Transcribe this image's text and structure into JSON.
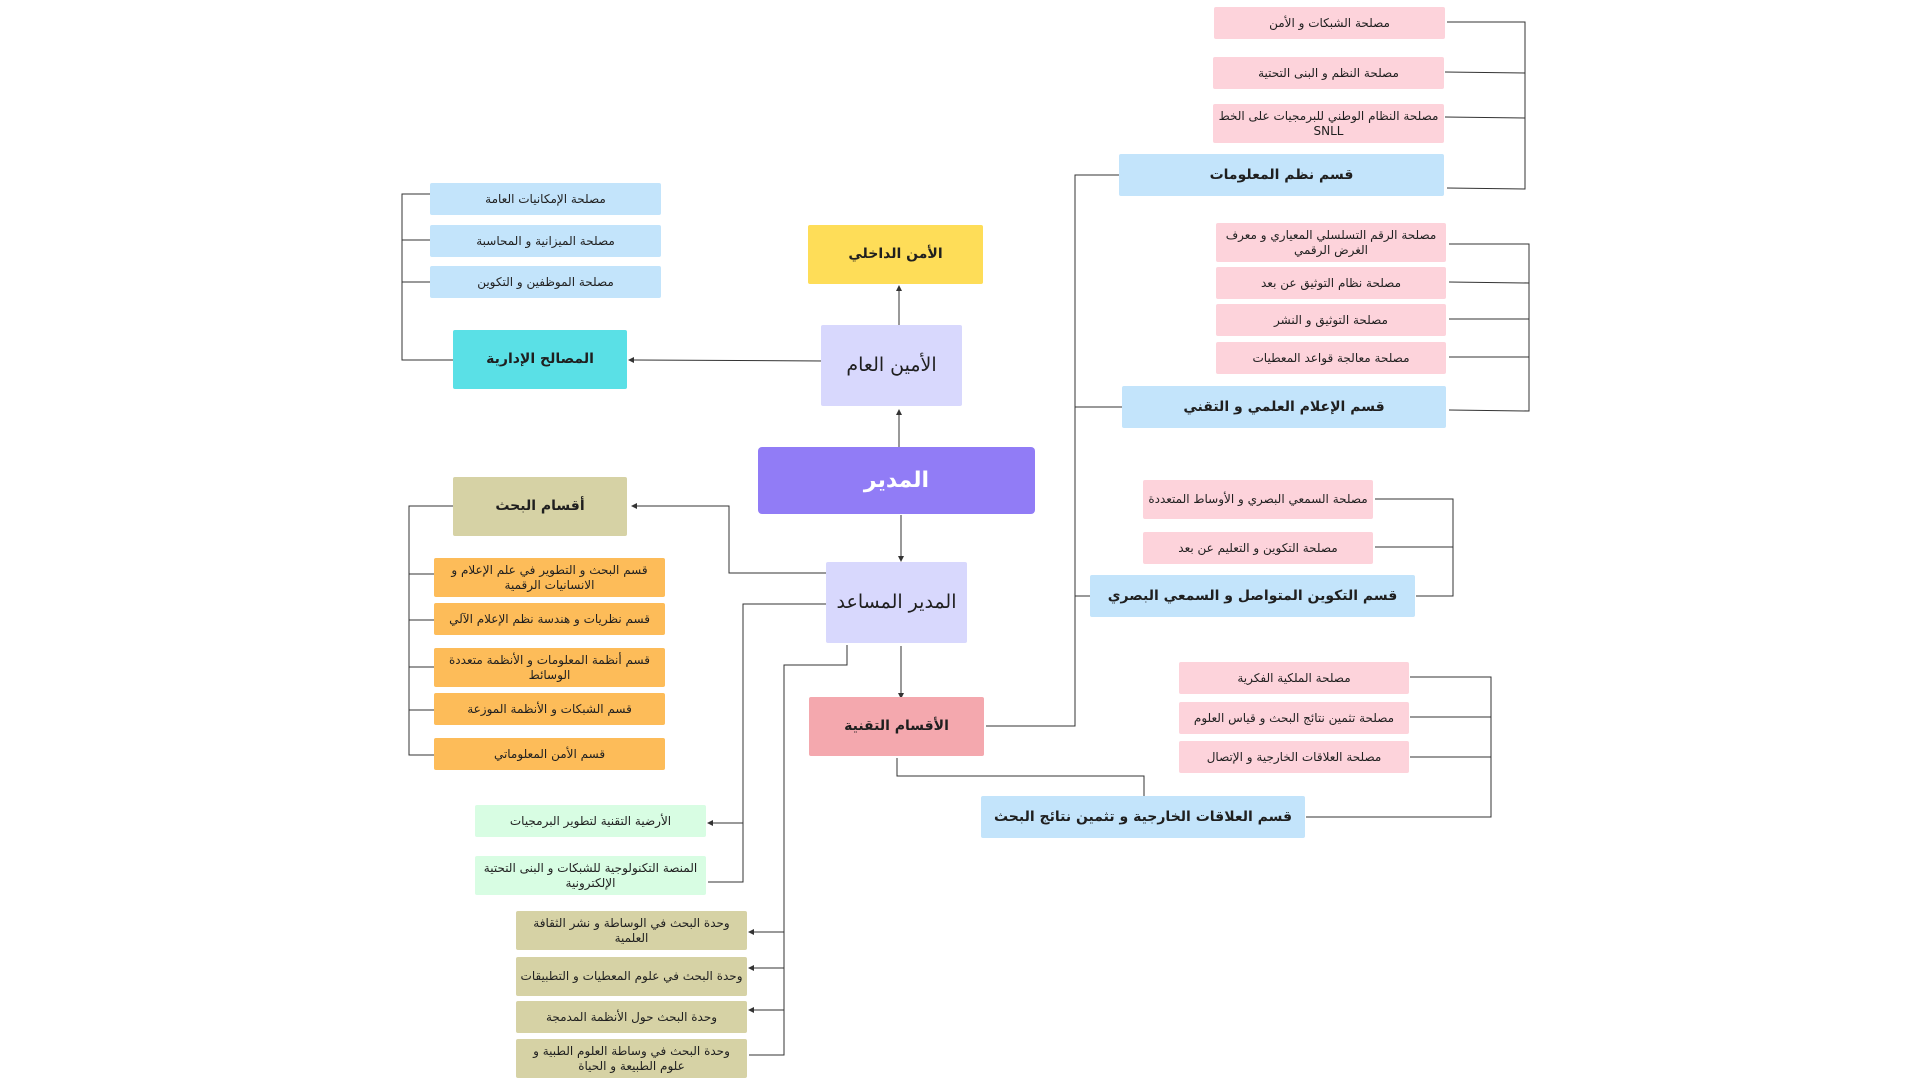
{
  "colors": {
    "line": "#333333",
    "director": "#917cf6",
    "sub_services": "#fdd3db",
    "departments": "#c3e4fb",
    "research_depts": "#fdbc59",
    "platforms": "#d8fde3",
    "research_units": "#d6d2a5",
    "management": "#d8d8fd",
    "internal_security": "#fedd58",
    "admin_services": "#5ae0e6",
    "technical_depts": "#f4a8ae"
  },
  "center": {
    "director": "المدير",
    "secretary_general": "الأمين العام",
    "deputy_director": "المدير المساعد",
    "internal_security": "الأمن الداخلي",
    "admin_services": "المصالح الإدارية",
    "research_departments": "أقسام البحث",
    "technical_departments": "الأقسام التقنية"
  },
  "admin_services_list": [
    "مصلحة الإمكانيات العامة",
    "مصلحة الميزانية و المحاسبة",
    "مصلحة الموظفين و التكوين"
  ],
  "research_departments_list": [
    "قسم البحث و التطوير في علم الإعلام و الانسانيات الرقمية",
    "قسم نظريات و هندسة نظم الإعلام الآلي",
    "قسم أنظمة المعلومات و الأنظمة متعددة الوسائط",
    "قسم الشبكات و الأنظمة الموزعة",
    "قسم الأمن  المعلوماتي"
  ],
  "platforms": [
    "الأرضية التقنية لتطوير البرمجيات",
    "المنصة التكنولوجية للشبكات و البنى التحتية الإلكترونية"
  ],
  "research_units": [
    "وحدة البحث في الوساطة و نشر الثقافة العلمية",
    "وحدة البحث في علوم المعطيات و التطبيقات",
    "وحدة البحث حول الأنظمة المدمجة",
    "وحدة البحث في وساطة العلوم الطبية و علوم الطبيعة و الحياة"
  ],
  "technical": {
    "info_systems": {
      "title": "قسم  نظم المعلومات",
      "services": [
        "مصلحة  الشبكات و الأمن",
        "مصلحة النظم و البنى التحتية",
        "مصلحة النظام الوطني للبرمجيات على الخط SNLL"
      ]
    },
    "sci_info": {
      "title": "قسم الإعلام العلمي و التقني",
      "services": [
        "مصلحة الرقم التسلسلي المعياري و معرف الغرض الرقمي",
        "مصلحة نظام التوثيق عن بعد",
        "مصلحة التوثيق و النشر",
        "مصلحة معالجة قواعد المعطيات"
      ]
    },
    "training": {
      "title": "قسم التكوين المتواصل و السمعي البصري",
      "services": [
        "مصلحة السمعي البصري  و الأوساط المتعددة",
        "مصلحة التكوين  و التعليم عن بعد"
      ]
    },
    "external": {
      "title": "قسم العلاقات الخارجية و تثمين نتائج البحث",
      "services": [
        "مصلحة الملكية الفكرية",
        "مصلحة تثمين نتائج البحث و قياس العلوم",
        "مصلحة العلاقات الخارجية و الإتصال"
      ]
    }
  }
}
